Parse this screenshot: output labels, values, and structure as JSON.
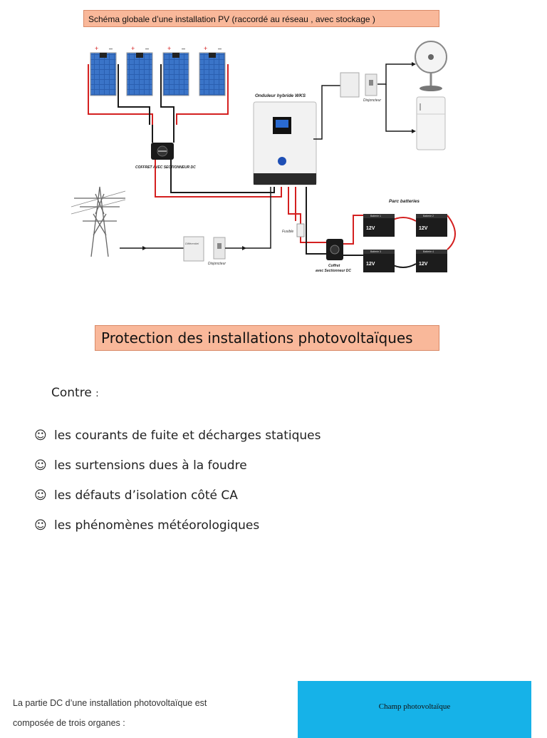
{
  "diagram": {
    "title": "Schéma globale d’une installation PV (raccordé au réseau , avec stockage )",
    "onduleur_label": "Onduleur hybride WKS",
    "coffret_dc_label": "COFFRET AVEC SECTIONNEUR DC",
    "parc_batteries_label": "Parc batteries",
    "disjoncteur_label_top": "Disjoncteur",
    "disjoncteur_label_bottom": "Disjoncteur",
    "differentiel_label": "Différentiel",
    "fusible_label": "Fusible",
    "coffret_sectionneur_line1": "Coffret",
    "coffret_sectionneur_line2": "avec Sectionneur DC",
    "battery_voltage": "12V",
    "battery_names": [
      "Batterie 1",
      "Batterie 2",
      "Batterie 3",
      "Batterie 4"
    ],
    "colors": {
      "positive_wire": "#d42020",
      "negative_wire": "#1a1a1a",
      "panel": "#2a5fb0"
    }
  },
  "section": {
    "title": "Protection des installations photovoltaïques",
    "contre_label": "Contre",
    "contre_colon": ":",
    "bullet_icon": "smiley-icon",
    "bullets": [
      "les courants de fuite et décharges statiques",
      "les surtensions dues à la foudre",
      "les défauts d’isolation côté CA",
      "les phénomènes météorologiques"
    ]
  },
  "dc_part": {
    "line1": "La partie DC d’une installation photovoltaïque est",
    "line2": "composée de trois organes :",
    "champ_label": "Champ photovoltaïque",
    "champ_color": "#16b2e8"
  }
}
